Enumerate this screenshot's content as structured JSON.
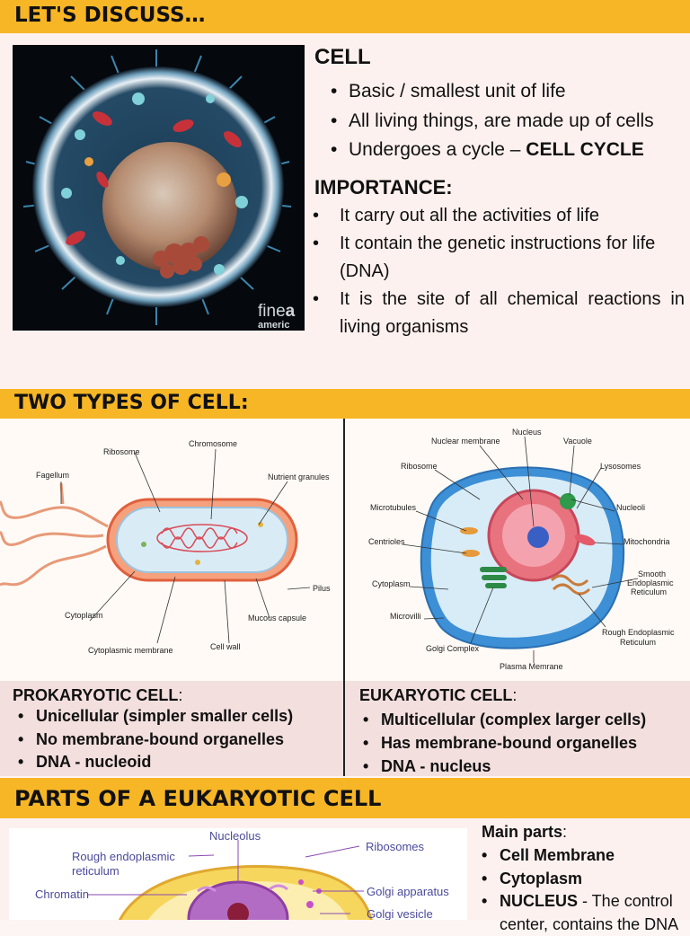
{
  "header1": {
    "title": "LET'S DISCUSS…"
  },
  "cell": {
    "title": "CELL",
    "points": [
      "Basic / smallest unit of life",
      "All living things, are made up of cells",
      "Undergoes a cycle – "
    ],
    "cycle_bold": "CELL CYCLE",
    "importance_title": "IMPORTANCE:",
    "importance": [
      "It carry out all the activities of life",
      "It contain the genetic instructions for life (DNA)",
      "It is the site of all chemical reactions in living organisms"
    ],
    "watermark_1": "fine",
    "watermark_2": "a",
    "watermark_3": "americ"
  },
  "header2": {
    "title": "TWO TYPES OF CELL:"
  },
  "prokaryote_diagram": {
    "labels": {
      "ribosome": "Ribosome",
      "chromosome": "Chromosome",
      "fagellum": "Fagellum",
      "nutrient": "Nutrient granules",
      "pilus": "Pilus",
      "cytoplasm": "Cytoplasm",
      "mucous": "Mucous capsule",
      "membrane": "Cytoplasmic membrane",
      "cellwall": "Cell wall"
    }
  },
  "eukaryote_diagram": {
    "labels": {
      "nucleus": "Nucleus",
      "nuclear_membrane": "Nuclear membrane",
      "vacuole": "Vacuole",
      "ribosome": "Ribosome",
      "lysosomes": "Lysosomes",
      "microtubules": "Microtubules",
      "nucleoli": "Nucleoli",
      "centrioles": "Centrioles",
      "mitochondria": "Mitochondria",
      "smooth_er_1": "Smooth",
      "smooth_er_2": "Endoplasmic",
      "smooth_er_3": "Reticulum",
      "cytoplasm": "Cytoplasm",
      "microvilli": "Microvilli",
      "rough_er_1": "Rough Endoplasmic",
      "rough_er_2": "Reticulum",
      "golgi": "Golgi Complex",
      "plasma": "Plasma Memrane"
    }
  },
  "prokaryotic": {
    "title": "PROKARYOTIC CELL",
    "colon": ":",
    "points": [
      "Unicellular (simpler smaller cells)",
      "No membrane-bound organelles",
      "DNA - nucleoid"
    ]
  },
  "eukaryotic": {
    "title": "EUKARYOTIC CELL",
    "colon": ":",
    "points": [
      "Multicellular (complex larger cells)",
      "Has membrane-bound organelles",
      "DNA - nucleus"
    ]
  },
  "header3": {
    "title": "PARTS OF A EUKARYOTIC CELL"
  },
  "parts_diagram": {
    "labels": {
      "nucleolus": "Nucleolus",
      "rough_er_1": "Rough endoplasmic",
      "rough_er_2": "reticulum",
      "ribosomes": "Ribosomes",
      "chromatin": "Chromatin",
      "golgi_apparatus": "Golgi apparatus",
      "golgi_vesicle": "Golgi vesicle"
    }
  },
  "main_parts": {
    "title": "Main parts",
    "colon": ":",
    "items": [
      "Cell Membrane",
      "Cytoplasm"
    ],
    "nucleus_bold": "NUCLEUS",
    "nucleus_text": " - The control",
    "nucleus_text2": "center, contains the DNA"
  },
  "colors": {
    "accent": "#f7b626",
    "types_bg": "#f3dfde",
    "page_bg": "#fdf5f3"
  }
}
